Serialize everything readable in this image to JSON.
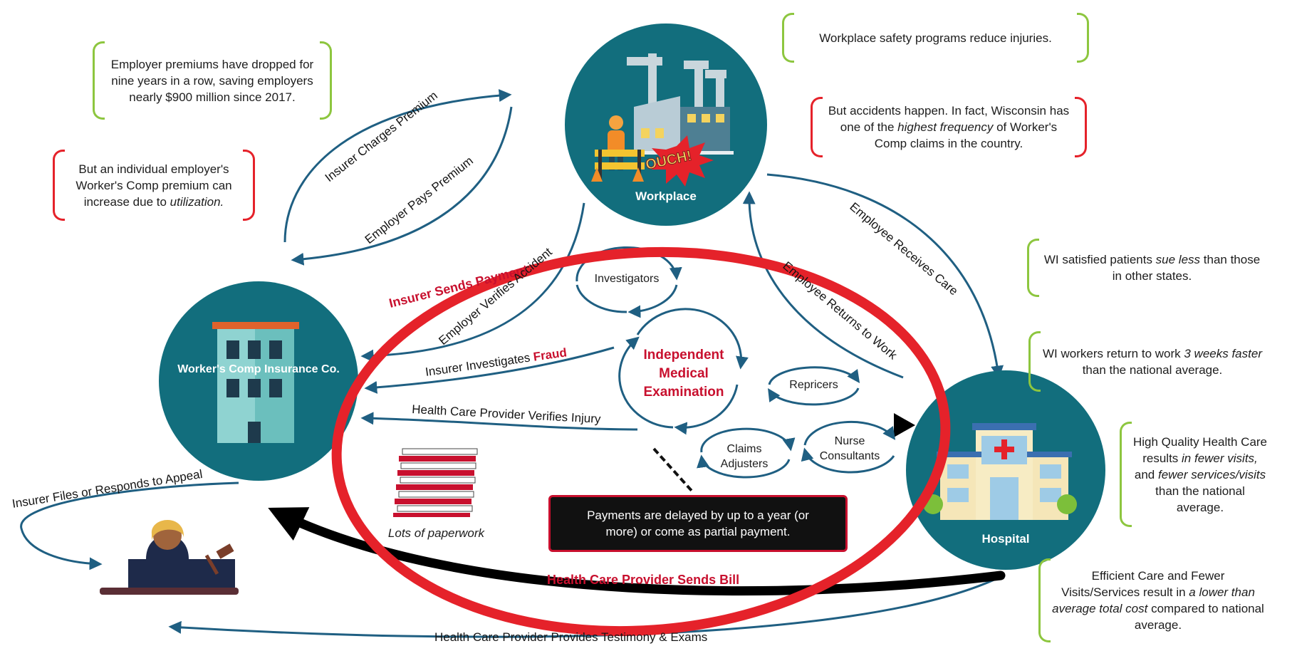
{
  "notes": {
    "premiums_dropped": "Employer premiums have dropped for nine years in a row, saving employers nearly $900 million since 2017.",
    "premium_increase_pre": "But an individual employer's Worker's Comp premium can increase due to ",
    "premium_increase_em": "utilization.",
    "safety_programs": "Workplace safety programs reduce injuries.",
    "accidents_pre": "But accidents happen. In fact, Wisconsin has one of the ",
    "accidents_em": "highest frequency",
    "accidents_post": " of Worker's Comp claims in the country.",
    "sue_pre": "WI satisfied patients ",
    "sue_em": "sue less",
    "sue_post": " than those in other states.",
    "return_pre": "WI workers return to work ",
    "return_em": "3 weeks faster",
    "return_post": " than the national average.",
    "quality_pre": "High Quality Health Care results ",
    "quality_em1": "in fewer visits,",
    "quality_mid": " and ",
    "quality_em2": "fewer services/visits",
    "quality_post": " than the national average.",
    "efficient_pre": "Efficient Care and Fewer Visits/Services result in ",
    "efficient_em": "a lower than average total cost",
    "efficient_post": " compared to national average."
  },
  "nodes": {
    "workplace": "Workplace",
    "insurance": "Worker's Comp Insurance Co.",
    "hospital": "Hospital",
    "ouch": "OUCH!"
  },
  "flows": {
    "insurer_charges": "Insurer Charges Premium",
    "employer_pays": "Employer Pays Premium",
    "insurer_pays_hidden": "Insurer Sends Payment",
    "employer_verifies": "Employer Verifies Accident",
    "insurer_investigates": "Insurer Investigates ",
    "fraud": "Fraud",
    "provider_verifies": "Health Care Provider Verifies Injury",
    "insurer_files": "Insurer Files or Responds to Appeal",
    "employee_receives": "Employee Receives Care",
    "employee_returns": "Employee Returns to Work",
    "provider_sends_bill": "Health Care Provider Sends Bill",
    "provider_testimony": "Health Care Provider Provides Testimony & Exams"
  },
  "center": {
    "investigators": "Investigators",
    "ime": "Independent Medical Examination",
    "repricers": "Repricers",
    "claims_adjusters": "Claims Adjusters",
    "nurse_consultants": "Nurse Consultants",
    "paperwork": "Lots of paperwork",
    "payments_delayed": "Payments are delayed by up to a year (or more) or come as partial payment."
  },
  "colors": {
    "teal": "#126e7d",
    "flow_blue": "#1f5f82",
    "red": "#e5222a",
    "green": "#8dc63f"
  }
}
